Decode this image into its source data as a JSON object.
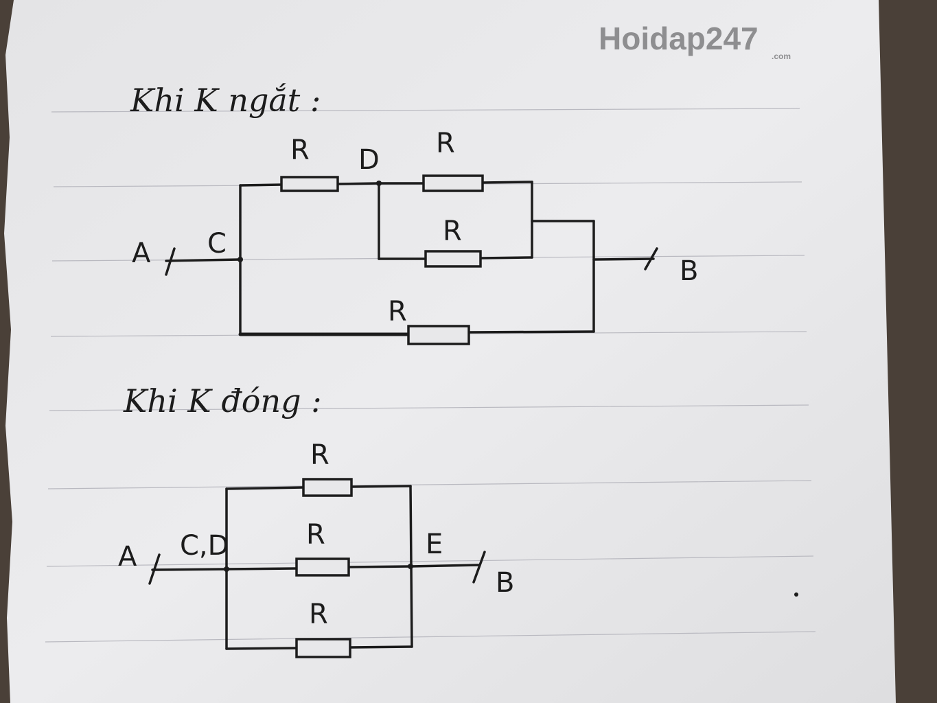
{
  "watermark": {
    "name": "Hoidap247",
    "suffix": ".com"
  },
  "open_section": {
    "heading": "Khi K ngắt :",
    "labels": {
      "a": "A",
      "b": "B",
      "c": "C",
      "d": "D"
    },
    "resistors": [
      "R",
      "R",
      "R",
      "R"
    ]
  },
  "closed_section": {
    "heading": "Khi K đóng :",
    "labels": {
      "a": "A",
      "b": "B",
      "cd": "C,D",
      "e": "E"
    },
    "resistors": [
      "R",
      "R",
      "R"
    ]
  }
}
